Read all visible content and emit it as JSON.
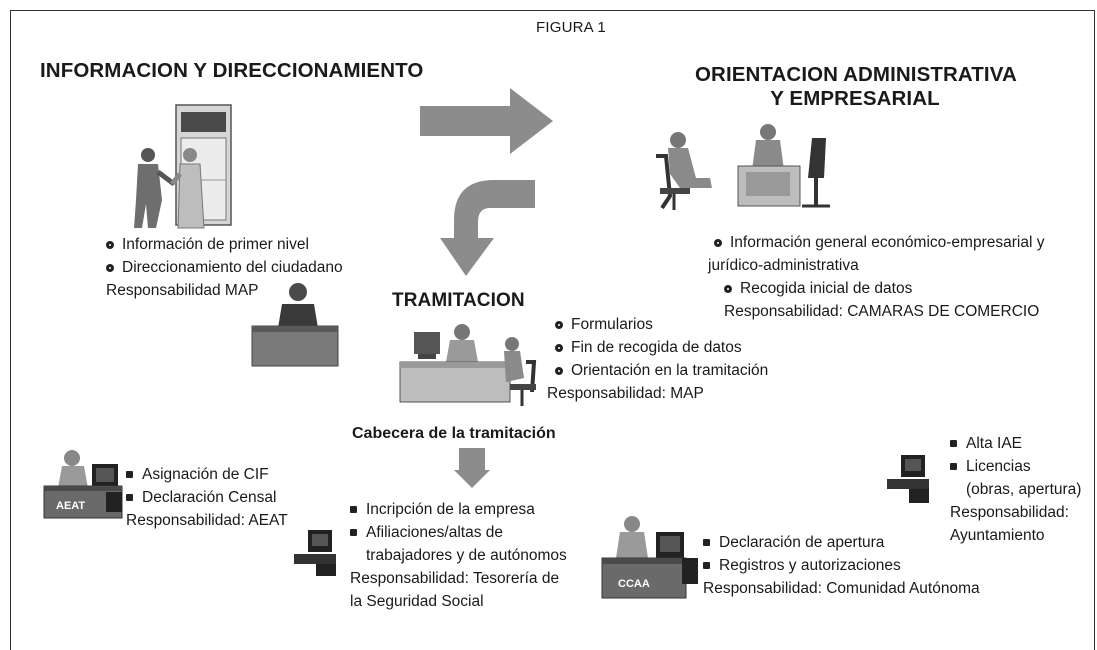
{
  "figure_label": "FIGURA 1",
  "info": {
    "heading": "INFORMACION Y DIRECCIONAMIENTO",
    "bullets": [
      "Información de primer nivel",
      "Direccionamiento del ciudadano"
    ],
    "resp": "Responsabilidad MAP"
  },
  "orient": {
    "heading_line1": "ORIENTACION ADMINISTRATIVA",
    "heading_line2": "Y EMPRESARIAL",
    "bullet1_line1": "Información general económico-empresarial y",
    "bullet1_line2": "jurídico-administrativa",
    "bullet2": "Recogida inicial de datos",
    "resp": "Responsabilidad: CAMARAS DE COMERCIO"
  },
  "tram": {
    "heading": "TRAMITACION",
    "bullets": [
      "Formularios",
      "Fin de recogida de datos",
      "Orientación en la tramitación"
    ],
    "resp": "Responsabilidad: MAP"
  },
  "cabecera": "Cabecera de la tramitación",
  "aeat": {
    "label": "AEAT",
    "bullets": [
      "Asignación de CIF",
      "Declaración Censal"
    ],
    "resp": "Responsabilidad: AEAT"
  },
  "seg": {
    "bullet1": "Incripción de la empresa",
    "bullet2_line1": "Afiliaciones/altas de",
    "bullet2_line2": "trabajadores y de autónomos",
    "resp_line1": "Responsabilidad: Tesorería de",
    "resp_line2": "la Seguridad Social"
  },
  "ccaa": {
    "label": "CCAA",
    "bullets": [
      "Declaración de apertura",
      "Registros y autorizaciones"
    ],
    "resp": "Responsabilidad: Comunidad Autónoma"
  },
  "ayto": {
    "bullet1": "Alta IAE",
    "bullet2_line1": "Licencias",
    "bullet2_line2": "(obras, apertura)",
    "resp_line1": "Responsabilidad:",
    "resp_line2": "Ayuntamiento"
  },
  "icons": [
    "handshake-illustration",
    "desk-clerk-illustration",
    "office-meeting-illustration",
    "clerk-computer-illustration",
    "computer-terminal-icon",
    "down-arrow",
    "right-arrow",
    "curved-arrow"
  ],
  "colors": {
    "ink": "#1a1a1a",
    "arrow_gray": "#8c8c8c",
    "desk_gray": "#7a7a7a"
  }
}
